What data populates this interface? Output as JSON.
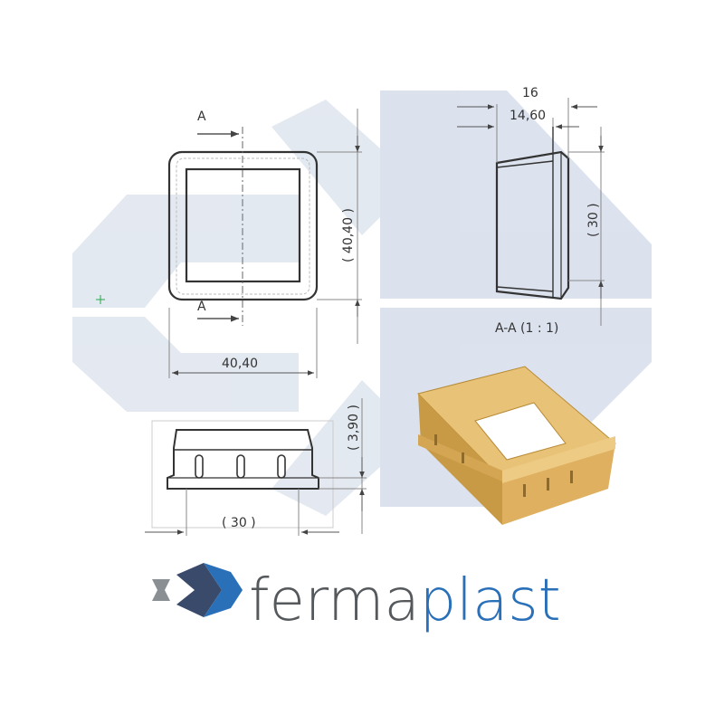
{
  "drawing": {
    "front_view": {
      "section_marker_top": "A",
      "section_marker_bottom": "A",
      "width_dimension": "40,40",
      "height_dimension": "( 40,40 )"
    },
    "section_view": {
      "outer_width_dimension": "16",
      "inner_width_dimension": "14,60",
      "height_dimension": "( 30 )",
      "caption": "A-A (1 : 1)"
    },
    "side_view": {
      "lip_dimension": "( 3,90 )",
      "width_dimension": "( 30 )"
    }
  },
  "brand": {
    "name_part1": "ferma",
    "name_part2": "plast",
    "color_part1": "#55595c",
    "color_part2": "#2a70b8",
    "logo_colors": [
      "#2a70b8",
      "#3a4a6b",
      "#8a8f94"
    ]
  },
  "colors": {
    "watermark": "#d5dde8",
    "part_body": "#e0b45e",
    "part_shadow": "#b88a36",
    "line": "#333333",
    "dim_line": "#555555"
  }
}
